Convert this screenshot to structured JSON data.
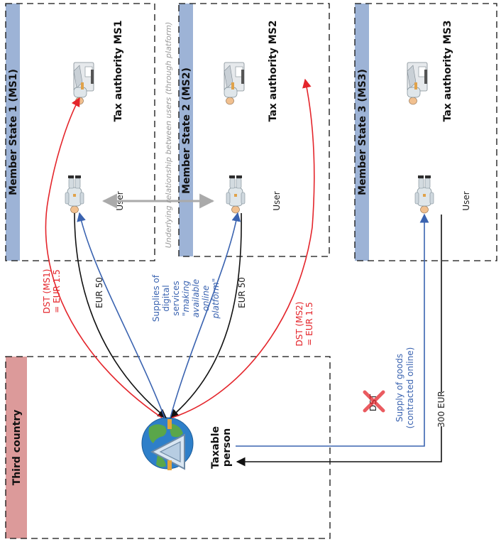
{
  "member_states": [
    {
      "header": "Member State 1 (MS1)",
      "authority": "Tax authority MS1",
      "user": "User"
    },
    {
      "header": "Member State 2 (MS2)",
      "authority": "Tax authority MS2",
      "user": "User"
    },
    {
      "header": "Member State 3 (MS3)",
      "authority": "Tax authority MS3",
      "user": "User"
    }
  ],
  "third_country": {
    "header": "Third country",
    "taxable_person": [
      "Taxable",
      "person"
    ]
  },
  "relationship_label": "Underlying relationship between users (through platform)",
  "payments": {
    "ms1": "EUR 50",
    "ms2": "EUR 50",
    "ms3": "300 EUR"
  },
  "supplies_label": [
    "Supplies of",
    "digital",
    "services",
    "\"making",
    "available",
    "online",
    "platform\""
  ],
  "dst_ms1": [
    "DST (MS1)",
    "= EUR 1.5"
  ],
  "dst_ms2": [
    "DST (MS2)",
    "= EUR 1.5"
  ],
  "goods_label": [
    "Supply of goods",
    "(contracted online)"
  ],
  "dst_crossed": "DST",
  "colors": {
    "header_blue": "#9db3d6",
    "header_red": "#dc9a9a",
    "arrow_red": "#e4252b",
    "arrow_blue": "#3a63b0",
    "arrow_grey": "#aaaaaa"
  }
}
